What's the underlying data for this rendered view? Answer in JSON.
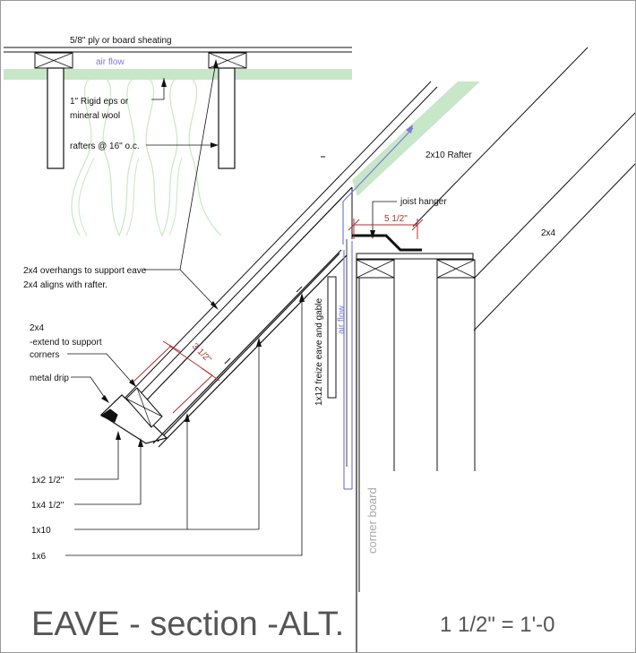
{
  "title": "EAVE - section -ALT.",
  "scale": "1 1/2\" = 1'-0",
  "labels": {
    "sheathing": "5/8\" ply or board sheating",
    "air_flow_top": "air flow",
    "insulation_line1": "1\" Rigid eps or",
    "insulation_line2": "mineral wool",
    "rafters_oc": "rafters @ 16\" o.c.",
    "rafter_2x10": "2x10 Rafter",
    "joist_hanger": "joist hanger",
    "dim_5_half": "5 1/2\"",
    "wall_2x4": "2x4",
    "overhang_line1": "2x4 overhangs to support eave",
    "overhang_line2": "2x4 aligns with rafter.",
    "corner_2x4_line1": "2x4",
    "corner_2x4_line2": "-extend to support",
    "corner_2x4_line3": "corners",
    "metal_drip": "metal drip",
    "dim_3_half": "3 1/2\"",
    "air_flow_wall": "air flow",
    "frieze": "1x12 freize eave and gable",
    "corner_board": "corner board",
    "trim_1x2": "1x2 1/2\"",
    "trim_1x4": "1x4 1/2\"",
    "trim_1x10": "1x10",
    "trim_1x6": "1x6"
  },
  "colors": {
    "line": "#111111",
    "air_flow": "#7a7ad8",
    "insulation": "#c8e6c8",
    "dimension": "#b03030",
    "title": "#555555",
    "corner_board_text": "#a8a8a8"
  }
}
